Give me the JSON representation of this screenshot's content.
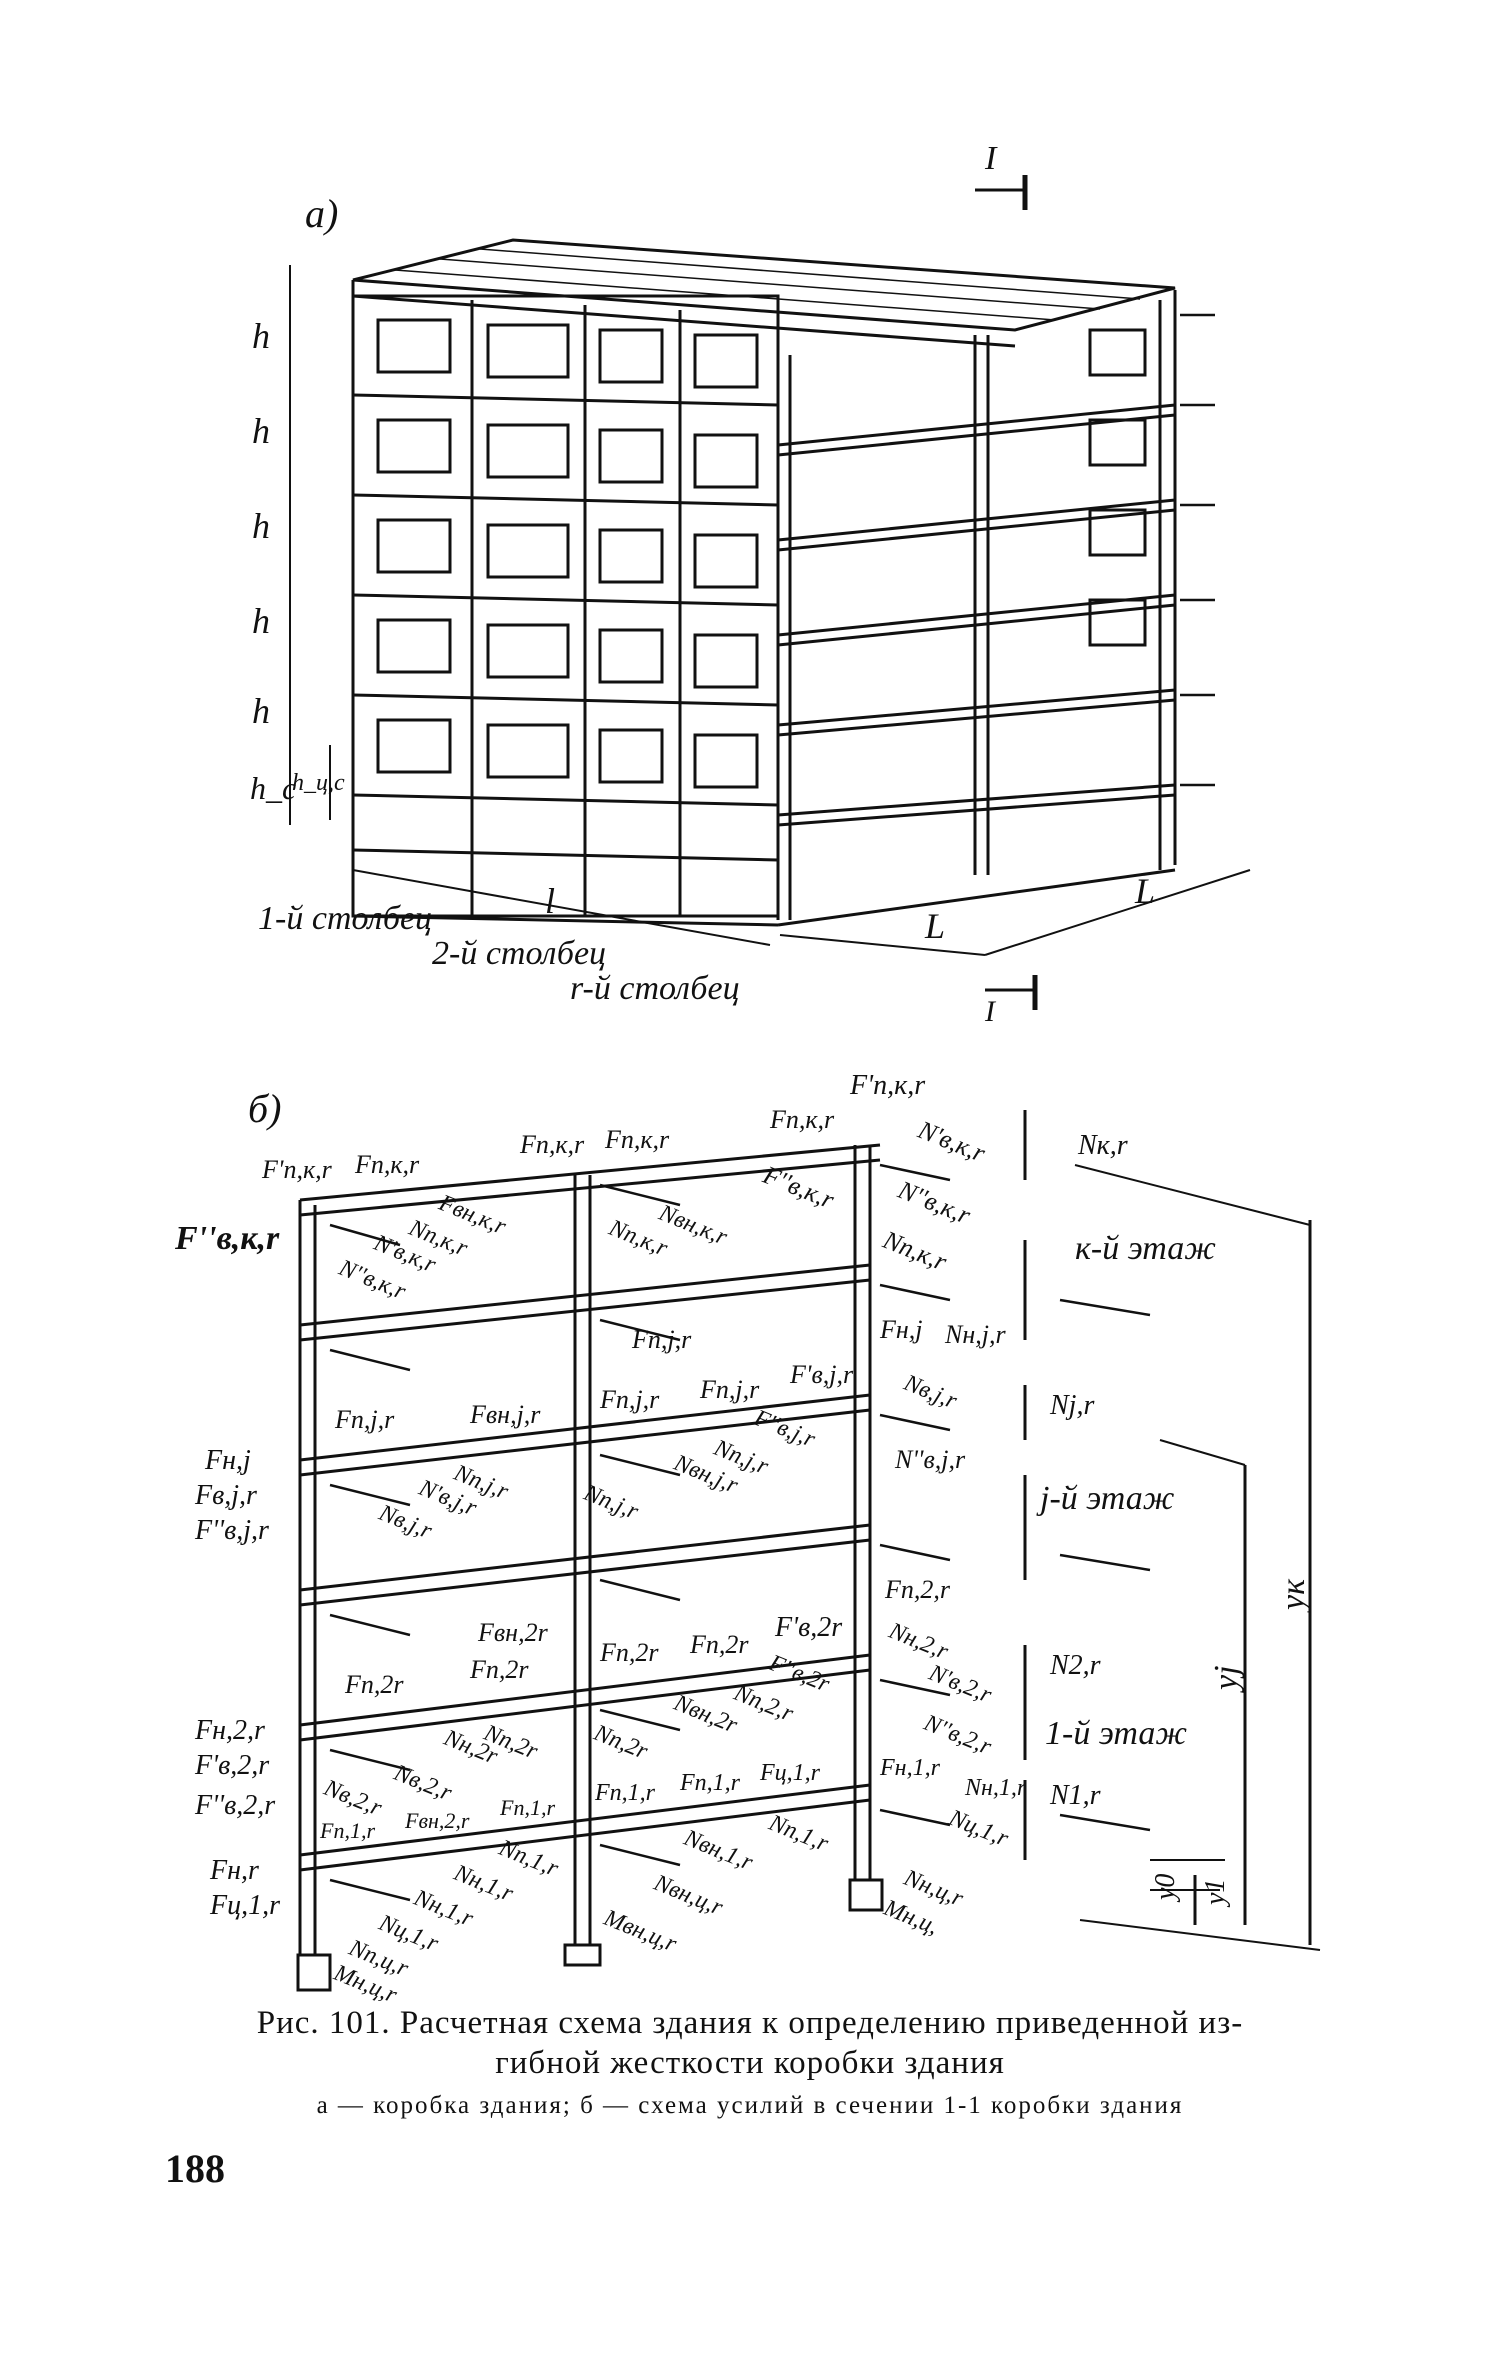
{
  "figure_a": {
    "panel_label": "а)",
    "section_mark_top": "I",
    "section_mark_bottom": "I",
    "floor_height_labels": [
      "h",
      "h",
      "h",
      "h",
      "h"
    ],
    "basement_height_label": "h_c",
    "basement_inner_label": "h_ц,с",
    "length_l": "l",
    "length_L1": "L",
    "length_L2": "L",
    "column_1": "1-й столбец",
    "column_2": "2-й столбец",
    "column_r": "r-й столбец"
  },
  "figure_b": {
    "panel_label": "б)",
    "top_left": [
      "F'п,к,r",
      "Fп,к,r"
    ],
    "left_side": [
      "F''в,к,r",
      "Fн,j",
      "Fв,j,r",
      "F''в,j,r",
      "Fн,2,r",
      "F'в,2,r",
      "F''в,2,r",
      "Fн,r",
      "Fц,1,r"
    ],
    "top_labels": [
      "Fп,к,r",
      "Fп,к,r",
      "Fп,к,r",
      "F'п,к,r",
      "N'в,к,r",
      "F''в,к,r",
      "N''в,к,r",
      "Nп,к,r"
    ],
    "inner_k": [
      "Fвн,к,r",
      "Nп,к,r",
      "N'в,к,r",
      "N''в,к,r",
      "Nвн,к,r",
      "Nп,к,r"
    ],
    "inner_j": [
      "Fп,j,r",
      "Fп,j,r",
      "Fвн,j,r",
      "Fп,j,r",
      "Fп,j,r",
      "F'в,j,r",
      "Nп,j,r",
      "Nвн,j,r",
      "Nп,j,r",
      "Nв,j,r",
      "N'в,j,r",
      "F''в,j,r",
      "Nн,j,r",
      "Fн,j",
      "Nв,j,r",
      "N''в,j,r",
      "Nп,j,r"
    ],
    "inner_2": [
      "Fвн,2r",
      "Fп,2r",
      "Fп,2r",
      "Fп,2r",
      "Fп,2r",
      "F'в,2r",
      "Fп,2,r",
      "Nн,2,r",
      "N'в,2,r",
      "F''в,2r",
      "Nп,2r",
      "Nвн,2r",
      "Nп,2,r",
      "Nн,2r",
      "Nп,2r",
      "N''в,2,r"
    ],
    "inner_1": [
      "Nв,2,r",
      "Nв,2,r",
      "Fп,1,r",
      "Fвн,2,r",
      "Fп,1,r",
      "Fп,1,r",
      "Fп,1,r",
      "Fц,1,r",
      "Fн,1,r",
      "Nн,1,r",
      "Nц,1,r",
      "Nп,1,r",
      "Nвн,1,r",
      "Nп,1,r",
      "Nн,1,r",
      "Nн,1,r",
      "Nц,1,r",
      "Nп,ц,r",
      "Nвн,ц,r",
      "Mвн,ц,r",
      "Mн,ц,r",
      "Nн,ц,r",
      "Mн,ц,"
    ],
    "right_side": [
      "Nк,r",
      "к-й этаж",
      "Nj,r",
      "j-й этаж",
      "N2,r",
      "1-й этаж",
      "N1,r"
    ],
    "dimension_labels": [
      "yк",
      "yj",
      "y0",
      "y1"
    ]
  },
  "caption": {
    "title_line1": "Рис. 101. Расчетная схема здания к определению приведенной из-",
    "title_line2": "гибной жесткости коробки здания",
    "legend": "а — коробка здания; б — схема усилий в сечении 1-1 коробки здания"
  },
  "page_number": "188"
}
